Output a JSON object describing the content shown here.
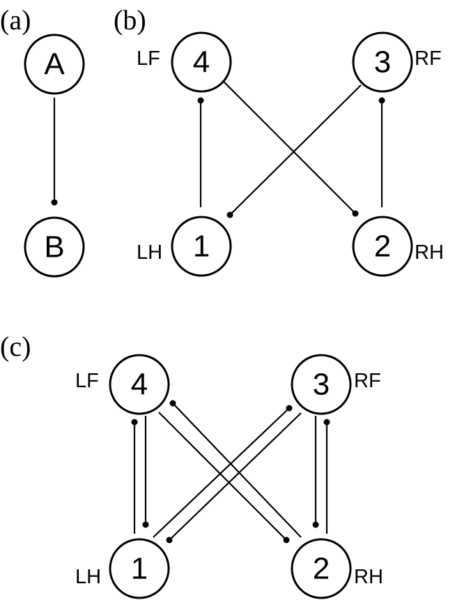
{
  "panels": {
    "a": {
      "label": "(a)",
      "nodes": {
        "A": "A",
        "B": "B"
      }
    },
    "b": {
      "label": "(b)",
      "nodes": {
        "n4": "4",
        "n3": "3",
        "n1": "1",
        "n2": "2"
      },
      "legs": {
        "lf": "LF",
        "rf": "RF",
        "lh": "LH",
        "rh": "RH"
      }
    },
    "c": {
      "label": "(c)",
      "nodes": {
        "n4": "4",
        "n3": "3",
        "n1": "1",
        "n2": "2"
      },
      "legs": {
        "lf": "LF",
        "rf": "RF",
        "lh": "LH",
        "rh": "RH"
      }
    }
  }
}
